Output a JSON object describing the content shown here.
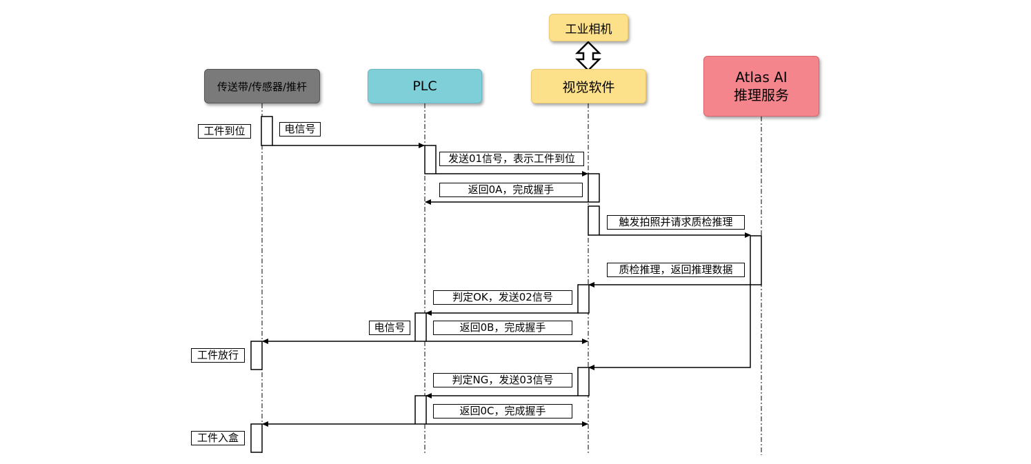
{
  "participants": {
    "conveyor": "传送带/传感器/推杆",
    "plc": "PLC",
    "vision": "视觉软件",
    "camera": "工业相机",
    "atlas_line1": "Atlas AI",
    "atlas_line2": "推理服务"
  },
  "messages": {
    "m1": "电信号",
    "m2": "发送01信号，表示工件到位",
    "m3": "返回0A，完成握手",
    "m4": "触发拍照并请求质检推理",
    "m5": "质检推理，返回推理数据",
    "m6": "判定OK，发送02信号",
    "m7": "电信号",
    "m8": "返回0B，完成握手",
    "m9": "判定NG，发送03信号",
    "m10": "返回0C，完成握手"
  },
  "notes": {
    "n1": "工件到位",
    "n2": "工件放行",
    "n3": "工件入盒"
  }
}
